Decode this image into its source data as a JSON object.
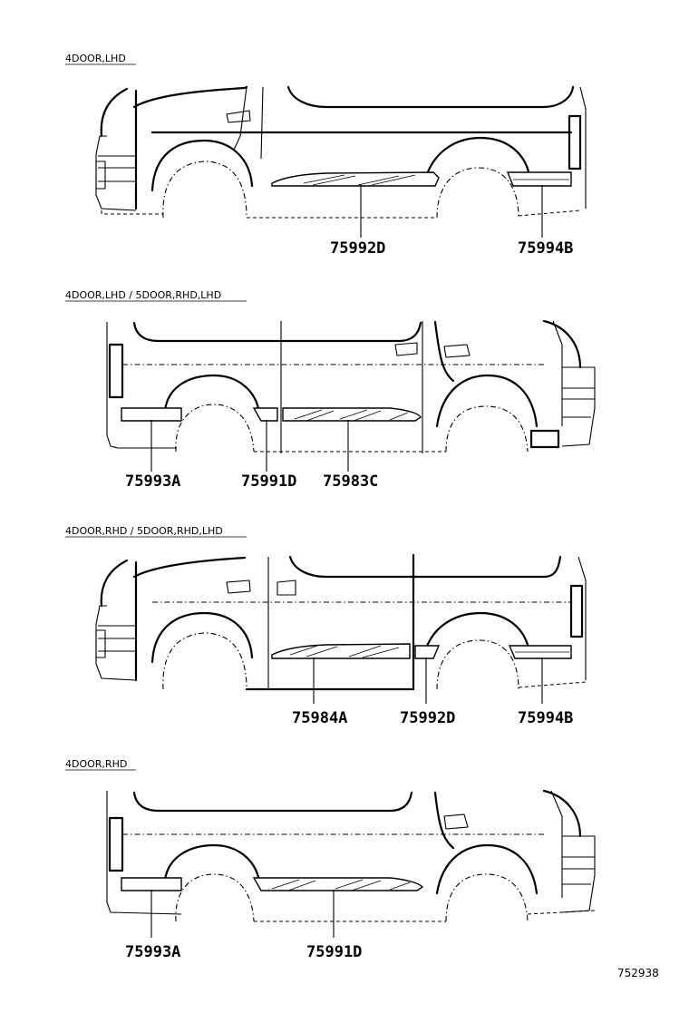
{
  "diagram": {
    "reference_code": "752938",
    "sections": [
      {
        "title": "4DOOR,LHD",
        "parts": [
          "75992D",
          "75994B"
        ]
      },
      {
        "title": "4DOOR,LHD / 5DOOR,RHD,LHD",
        "parts": [
          "75993A",
          "75991D",
          "75983C"
        ]
      },
      {
        "title": "4DOOR,RHD / 5DOOR,RHD,LHD",
        "parts": [
          "75984A",
          "75992D",
          "75994B"
        ]
      },
      {
        "title": "4DOOR,RHD",
        "parts": [
          "75993A",
          "75991D"
        ]
      }
    ]
  }
}
